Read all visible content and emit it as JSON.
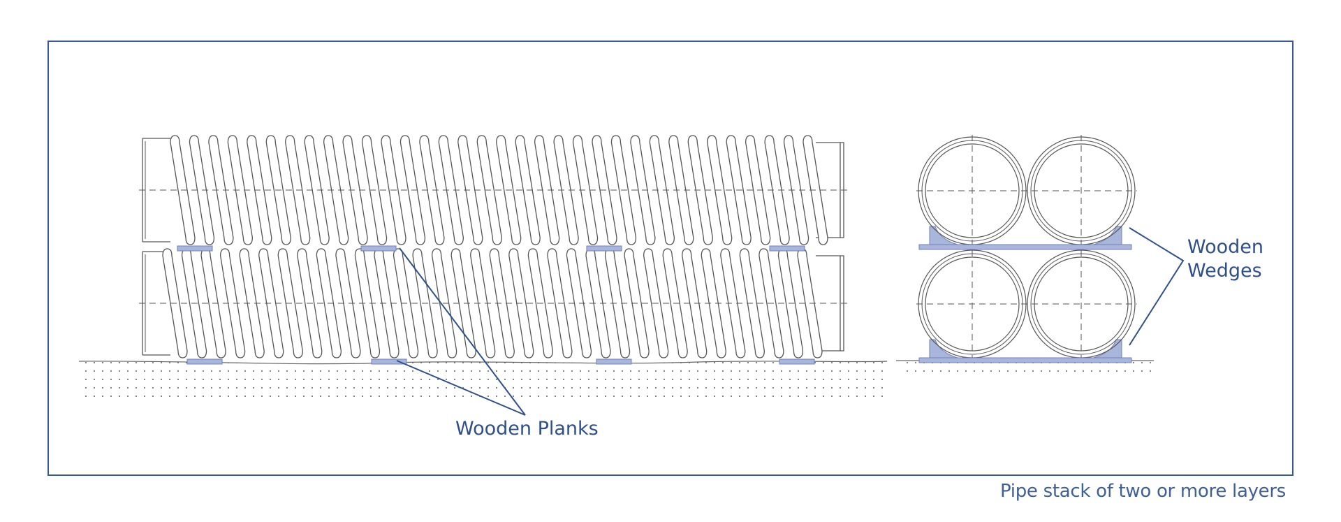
{
  "diagram": {
    "labels": {
      "planks": "Wooden Planks",
      "wedges_line1": "Wooden",
      "wedges_line2": "Wedges"
    },
    "caption": "Pipe stack of two or more layers"
  },
  "colors": {
    "frame": "#3a5a96",
    "label": "#2f4f8a",
    "pipe_line": "#555555",
    "wood_fill": "#a9b6dc",
    "wood_stroke": "#6f80b8",
    "ground_dots": "#777777"
  }
}
